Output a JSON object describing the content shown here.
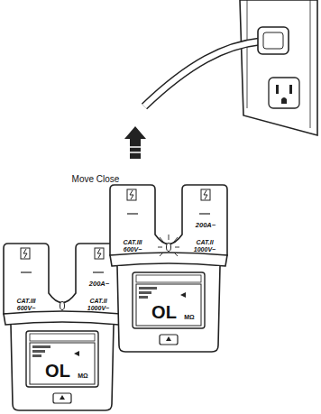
{
  "diagram": {
    "labels": [
      "Move Close",
      "200A~",
      "CAT.III 600V~",
      "CAT.II 1000V~",
      "OL",
      "MΩ",
      "200A~",
      "CAT.III 600V~",
      "CAT.II 1000V~",
      "OL",
      "MΩ"
    ]
  }
}
